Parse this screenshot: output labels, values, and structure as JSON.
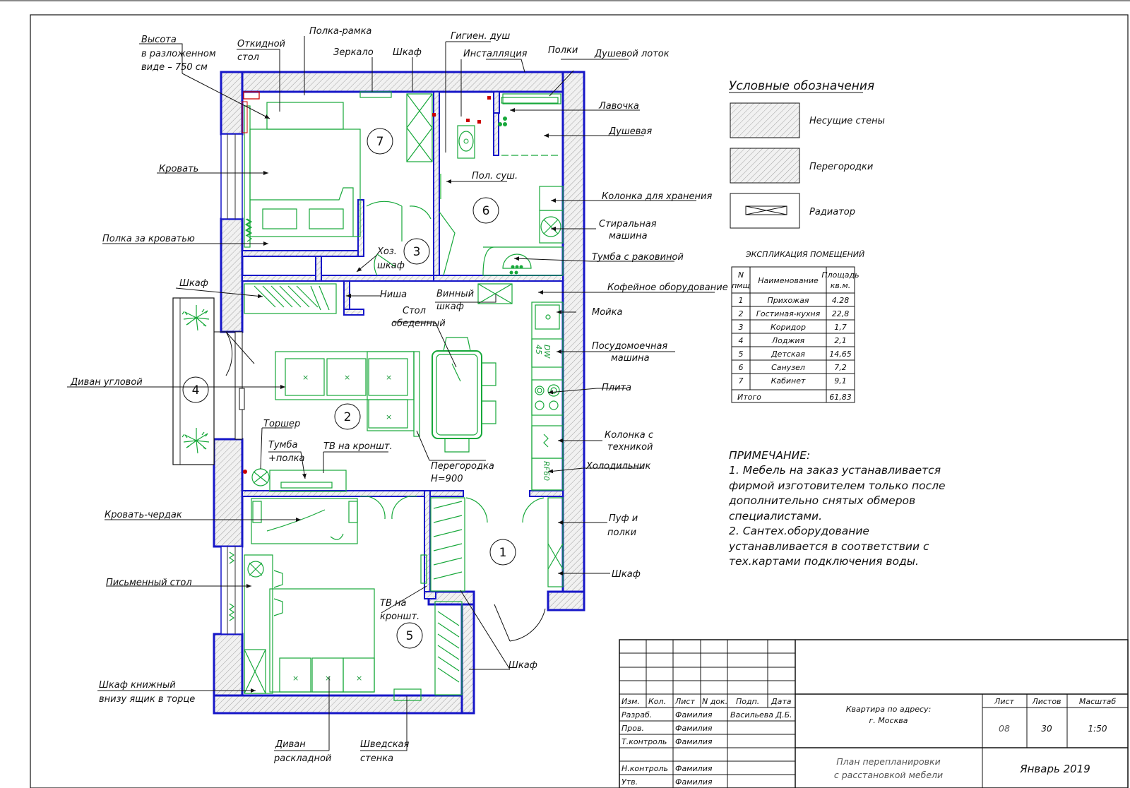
{
  "labels": {
    "vysota": [
      "Высота",
      "в разложенном",
      "виде – 750 см"
    ],
    "otkidnoy": [
      "Откидной",
      "стол"
    ],
    "polka_ramka": "Полка-рамка",
    "zerkalo": "Зеркало",
    "shkaf_top": "Шкаф",
    "gigien": "Гигиен. душ",
    "install": "Инсталляция",
    "polki": "Полки",
    "lotok": "Душевой лоток",
    "lavochka": "Лавочка",
    "dushevaya": "Душевая",
    "krovat": "Кровать",
    "pol_sush": "Пол. суш.",
    "kolonka_hran": "Колонка для хранения",
    "stiralnaya": [
      "Стиральная",
      "машина"
    ],
    "polka_za": "Полка за кроватью",
    "hoz": [
      "Хоз.",
      "шкаф"
    ],
    "tumba_rak": "Тумба с раковиной",
    "shkaf_left": "Шкаф",
    "nisha": "Ниша",
    "vinny": [
      "Винный",
      "шкаф"
    ],
    "kofe": "Кофейное оборудование",
    "stol_obed": [
      "Стол",
      "обеденный"
    ],
    "moyka": "Мойка",
    "posudo": [
      "Посудомоечная",
      "машина"
    ],
    "divan_ugl": "Диван угловой",
    "plita": "Плита",
    "torsher": "Торшер",
    "tumba_polka": [
      "Тумба",
      "+полка"
    ],
    "tv_kronsh": "ТВ на кроншт.",
    "kolonka_teh": [
      "Колонка с",
      "техникой"
    ],
    "peregorodka": [
      "Перегородка",
      "H=900"
    ],
    "holodilnik": "Холодильник",
    "krovat_cherdak": "Кровать-чердак",
    "puf": [
      "Пуф и",
      "полки"
    ],
    "pismenny": "Письменный стол",
    "shkaf_right": "Шкаф",
    "tv_kronsh2": [
      "ТВ на",
      "кроншт."
    ],
    "shkaf_bottom": "Шкаф",
    "shkaf_knizh": [
      "Шкаф книжный",
      "внизу ящик в торце"
    ],
    "divan_rask": [
      "Диван",
      "раскладной"
    ],
    "shvedskaya": [
      "Шведская",
      "стенка"
    ],
    "dw45": [
      "DW",
      "45"
    ],
    "fridge": "RF60"
  },
  "rooms": [
    "1",
    "2",
    "3",
    "4",
    "5",
    "6",
    "7"
  ],
  "legend": {
    "title": "Условные обозначения",
    "items": [
      "Несущие стены",
      "Перегородки",
      "Радиатор"
    ]
  },
  "explication": {
    "title": "ЭКСПЛИКАЦИЯ ПОМЕЩЕНИЙ",
    "headers": [
      [
        "N",
        "пмщ"
      ],
      [
        "Наименование"
      ],
      [
        "Площадь",
        "кв.м."
      ]
    ],
    "rows": [
      [
        "1",
        "Прихожая",
        "4.28"
      ],
      [
        "2",
        "Гостиная-кухня",
        "22,8"
      ],
      [
        "3",
        "Коридор",
        "1,7"
      ],
      [
        "4",
        "Лоджия",
        "2,1"
      ],
      [
        "5",
        "Детская",
        "14,65"
      ],
      [
        "6",
        "Санузел",
        "7,2"
      ],
      [
        "7",
        "Кабинет",
        "9,1"
      ]
    ],
    "total_label": "Итого",
    "total_value": "61,83"
  },
  "note": {
    "title": "ПРИМЕЧАНИЕ:",
    "lines": [
      "1.  Мебель на заказ устанавливается",
      "фирмой изготовителем только после",
      "дополнительно снятых обмеров",
      "специалистами.",
      "2.  Сантех.оборудование",
      "устанавливается в соответствии с",
      "тех.картами подключения воды."
    ]
  },
  "titleblock": {
    "headers": [
      "Изм.",
      "Кол.",
      "Лист",
      "N док.",
      "Подп.",
      "Дата"
    ],
    "rows": [
      [
        "Разраб.",
        "Фамилия",
        "Васильева Д.Б."
      ],
      [
        "Пров.",
        "Фамилия",
        ""
      ],
      [
        "Т.контроль",
        "Фамилия",
        ""
      ],
      [
        "",
        "",
        ""
      ],
      [
        "Н.контроль",
        "Фамилия",
        ""
      ],
      [
        "Утв.",
        "Фамилия",
        ""
      ]
    ],
    "address": [
      "Квартира по адресу:",
      "г. Москва"
    ],
    "sheet_headers": [
      "Лист",
      "Листов",
      "Масштаб"
    ],
    "sheet_values": [
      "08",
      "30",
      "1:50"
    ],
    "plan_title": [
      "План перепланировки",
      "с расстановкой мебели"
    ],
    "date": "Январь 2019"
  }
}
